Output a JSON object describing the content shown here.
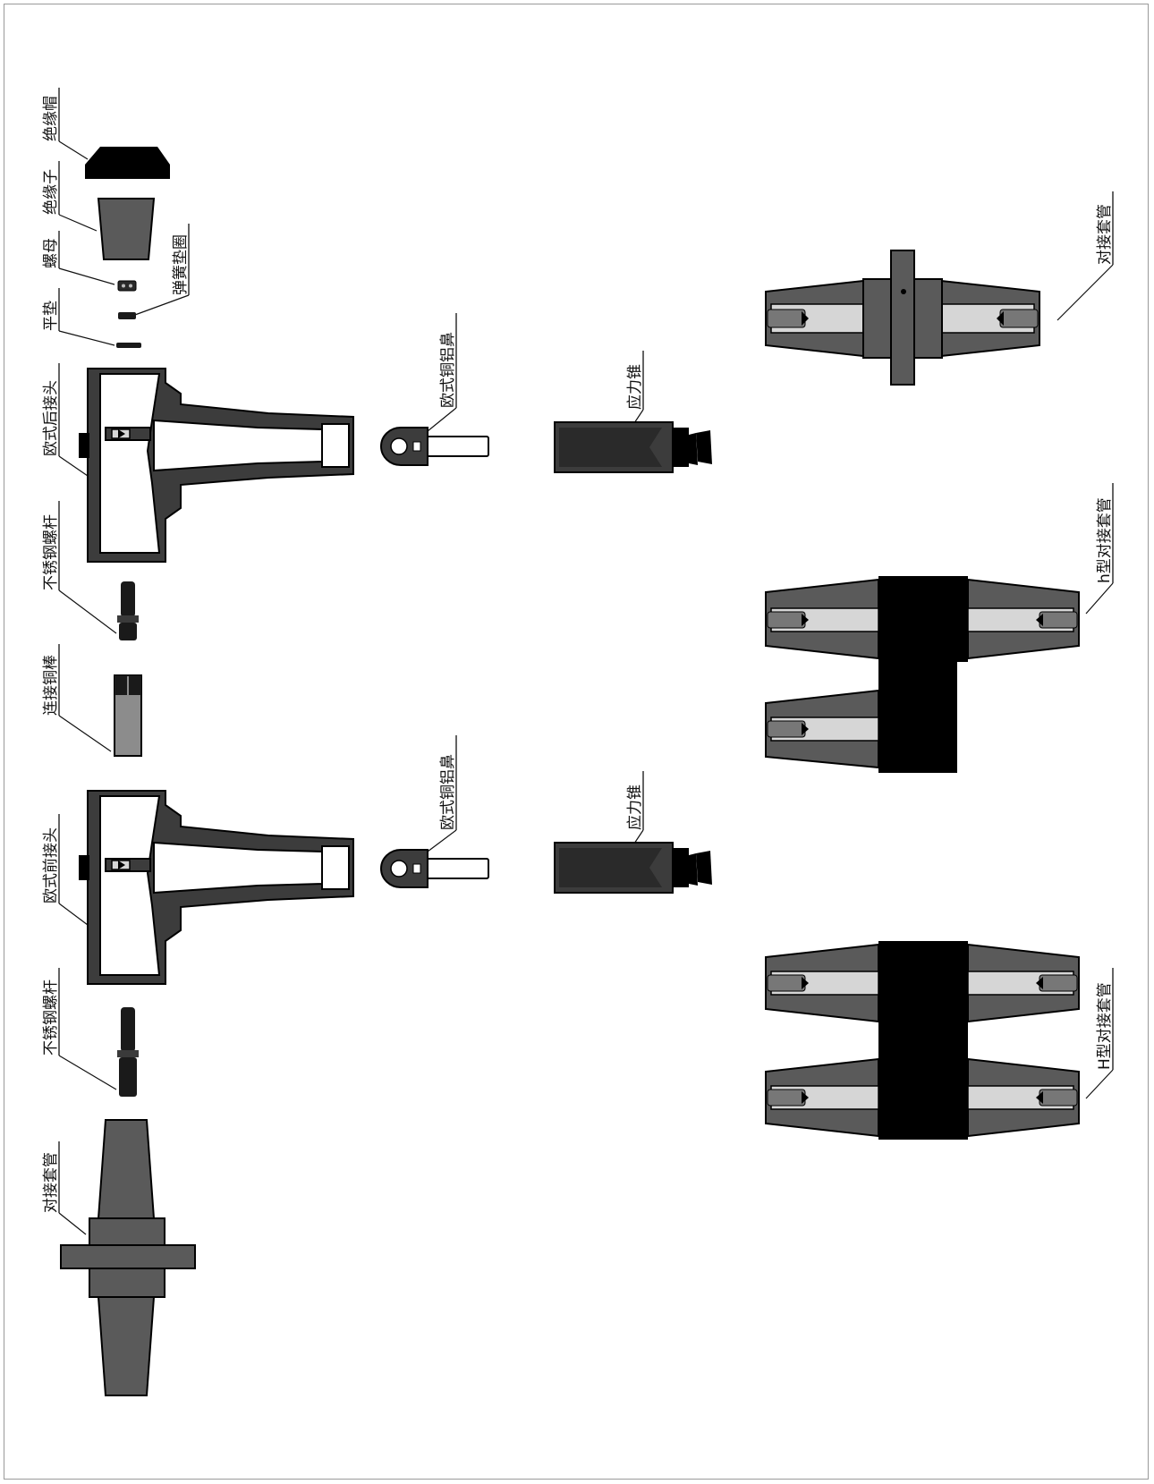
{
  "labels": {
    "insulating_cap": "绝缘帽",
    "insulator": "绝缘子",
    "nut": "螺母",
    "spring_washer": "弹簧垫圈",
    "flat_washer": "平垫",
    "euro_rear_connector": "欧式后接头",
    "stainless_bolt_1": "不锈钢螺杆",
    "connecting_copper_rod": "连接铜棒",
    "euro_front_connector": "欧式前接头",
    "stainless_bolt_2": "不锈钢螺杆",
    "coupling_bushing_left": "对接套管",
    "euro_lug_1": "欧式铜铝鼻",
    "euro_lug_2": "欧式铜铝鼻",
    "stress_cone_1": "应力锥",
    "stress_cone_2": "应力锥",
    "coupling_bushing_right": "对接套管",
    "h_small_coupling_bushing": "h型对接套管",
    "h_big_coupling_bushing": "H型对接套管"
  }
}
